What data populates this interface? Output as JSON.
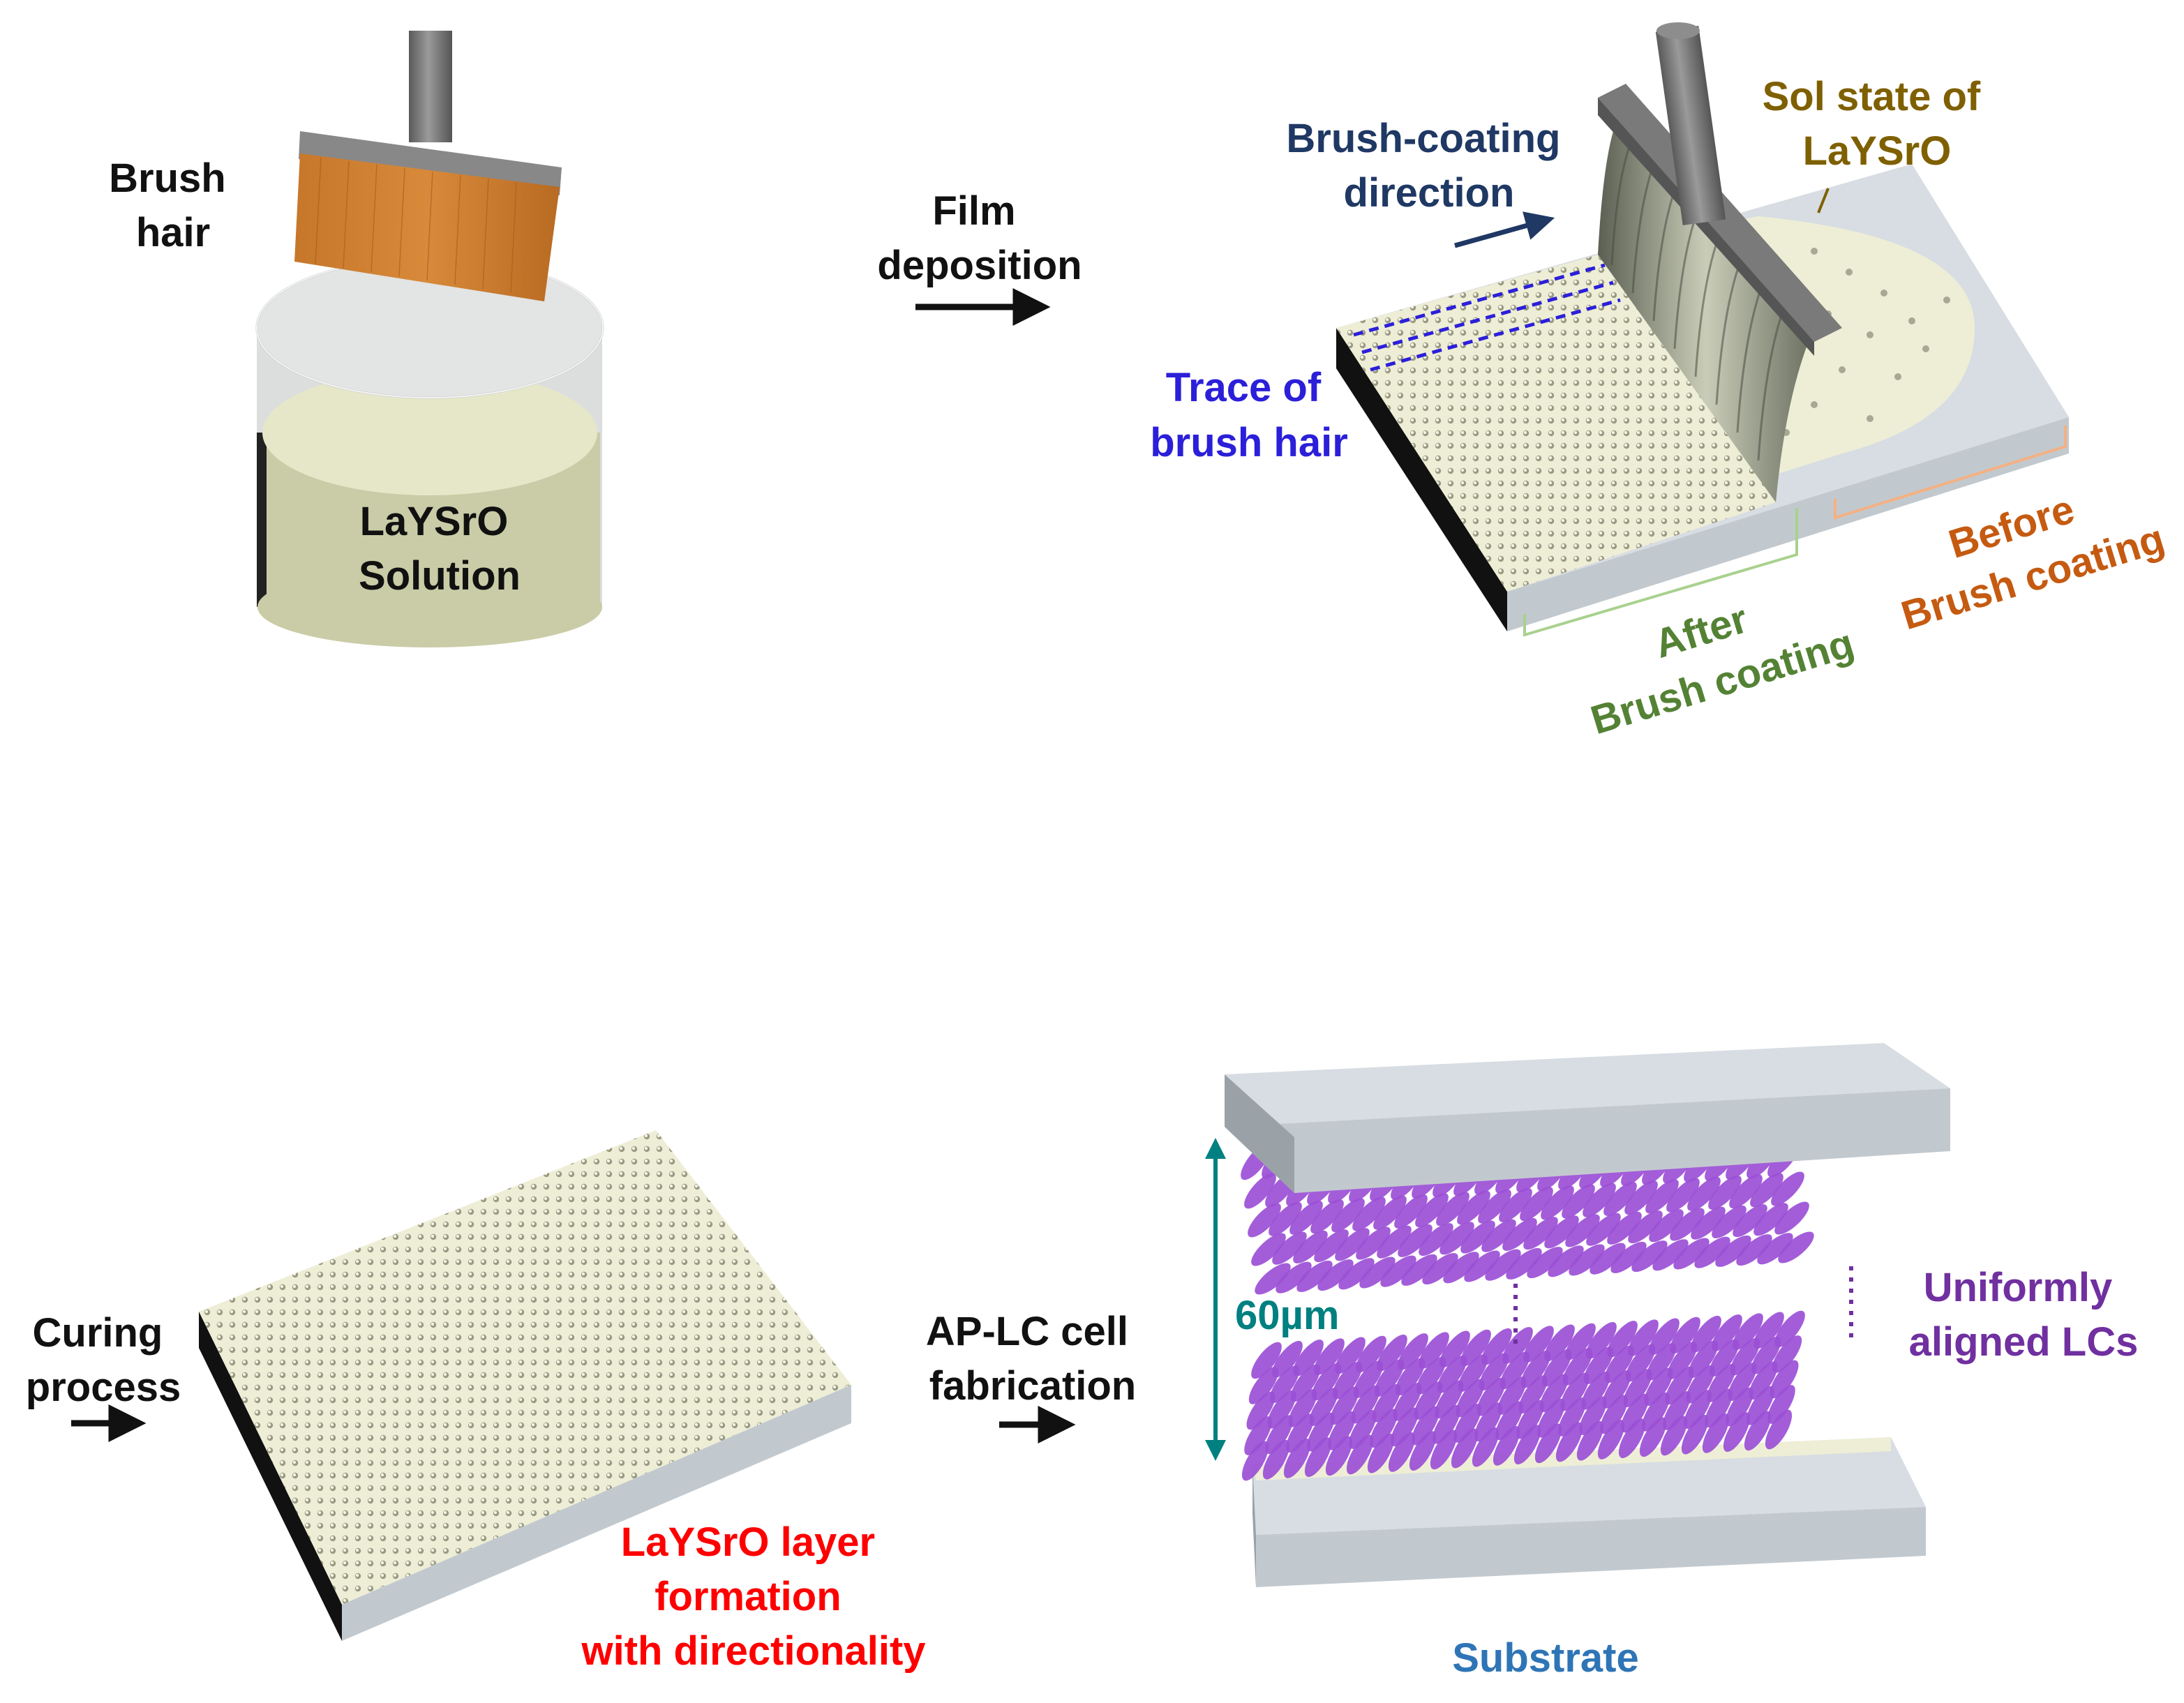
{
  "panel1": {
    "brush_hair": [
      "Brush",
      "hair"
    ],
    "solution": [
      "LaYSrO",
      "Solution"
    ]
  },
  "step_film": [
    "Film",
    "deposition"
  ],
  "panel2": {
    "direction": [
      "Brush-coating",
      "direction"
    ],
    "sol_state": [
      "Sol state of",
      "LaYSrO"
    ],
    "trace": [
      "Trace of",
      "brush hair"
    ],
    "after": [
      "After",
      "Brush coating"
    ],
    "before": [
      "Before",
      "Brush coating"
    ]
  },
  "step_curing": [
    "Curing",
    "process"
  ],
  "panel3": {
    "layer": [
      "LaYSrO layer",
      "formation",
      "with directionality"
    ]
  },
  "step_cell": [
    "AP-LC cell",
    "fabrication"
  ],
  "panel4": {
    "gap": "60µm",
    "aligned": [
      "Uniformly",
      "aligned LCs"
    ],
    "substrate": "Substrate"
  },
  "colors": {
    "black": "#111111",
    "navy": "#1f3864",
    "olive_gold": "#7f6000",
    "blue_violet": "#2b1fd9",
    "green": "#548235",
    "orange": "#c55a11",
    "red": "#ff0000",
    "teal": "#008080",
    "purple": "#7030a0",
    "steel_blue": "#2e75b6",
    "coating": "#eeeed6",
    "lc": "#9b4fd6"
  }
}
